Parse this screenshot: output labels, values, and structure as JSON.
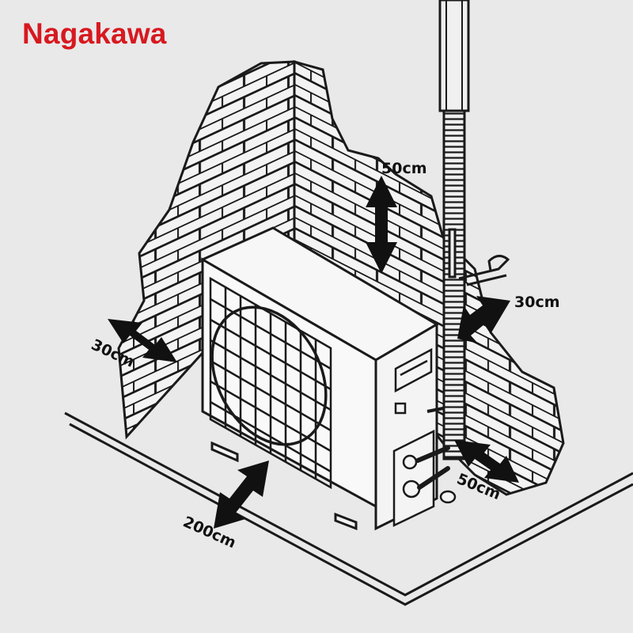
{
  "brand": {
    "name": "Nagakawa",
    "color": "#d7191f"
  },
  "colors": {
    "background": "#e9e9ea",
    "ink": "#1a1a1a",
    "arrow": "#111111"
  },
  "clearances": {
    "top": "50cm",
    "right_wall": "30cm",
    "left_wall": "30cm",
    "front": "200cm",
    "side_pipe": "50cm"
  }
}
